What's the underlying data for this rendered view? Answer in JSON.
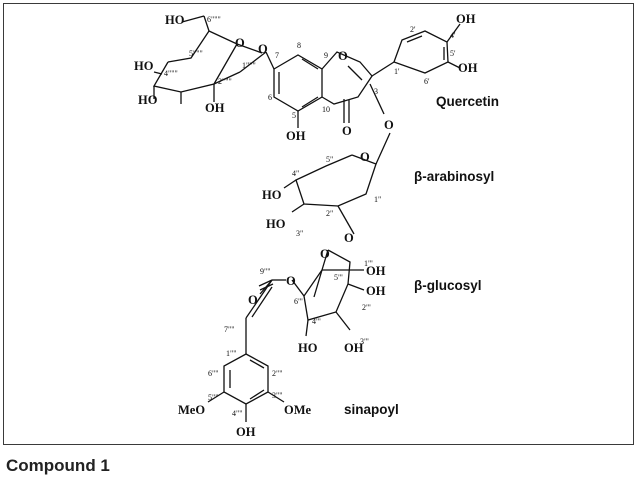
{
  "caption": "Compound 1",
  "labels": {
    "quercetin": "Quercetin",
    "arabinosyl": "β-arabinosyl",
    "glucosyl": "β-glucosyl",
    "sinapoyl": "sinapoyl"
  },
  "atoms": {
    "ho_6g": "HO",
    "ho_4g": "HO",
    "ho_3g": "HO",
    "ho_2g": "OH",
    "o_ring_g": "O",
    "o_link_7": "O",
    "o_ring_c": "O",
    "oh_4p": "OH",
    "oh_5p": "OH",
    "oh_5": "OH",
    "o_4": "O",
    "o_link_3": "O",
    "o_ring_a": "O",
    "ho_4a": "HO",
    "ho_3a": "HO",
    "o_link_2a": "O",
    "o_ring_gl": "O",
    "oh_gl_4": "OH",
    "oh_gl_2": "OH",
    "ho_gl_3": "HO",
    "oh_gl_1": "OH",
    "o_ester": "O",
    "o_carbonyl": "O",
    "meo": "MeO",
    "ome": "OMe",
    "oh_s": "OH"
  },
  "numbers": {
    "n_6g": "6\"\"\"",
    "n_5g": "5\"\"\"",
    "n_4g": "4\"\"\"",
    "n_2g": "2\"\"\"",
    "n_1g": "1\"\"\"",
    "n_7": "7",
    "n_8": "8",
    "n_9": "9",
    "n_6": "6",
    "n_5": "5",
    "n_10": "10",
    "n_3": "3",
    "n_2p": "2'",
    "n_1p": "1'",
    "n_4p": "4'",
    "n_5pp": "5'",
    "n_6p": "6'",
    "n_4a": "4\"",
    "n_5a": "5\"",
    "n_1a": "1\"",
    "n_2a": "2\"",
    "n_3a": "3\"",
    "n_1gl": "1\"'",
    "n_5gl": "5\"'",
    "n_6gl": "6\"'",
    "n_4gl": "4\"'",
    "n_2gl": "2\"'",
    "n_3gl": "3\"'",
    "n_9s": "9\"\"",
    "n_7s": "7\"\"",
    "n_1s": "1\"\"",
    "n_6s": "6\"\"",
    "n_2s": "2\"\"",
    "n_5s": "5\"\"",
    "n_3s": "3\"\"",
    "n_4s": "4\"\""
  }
}
